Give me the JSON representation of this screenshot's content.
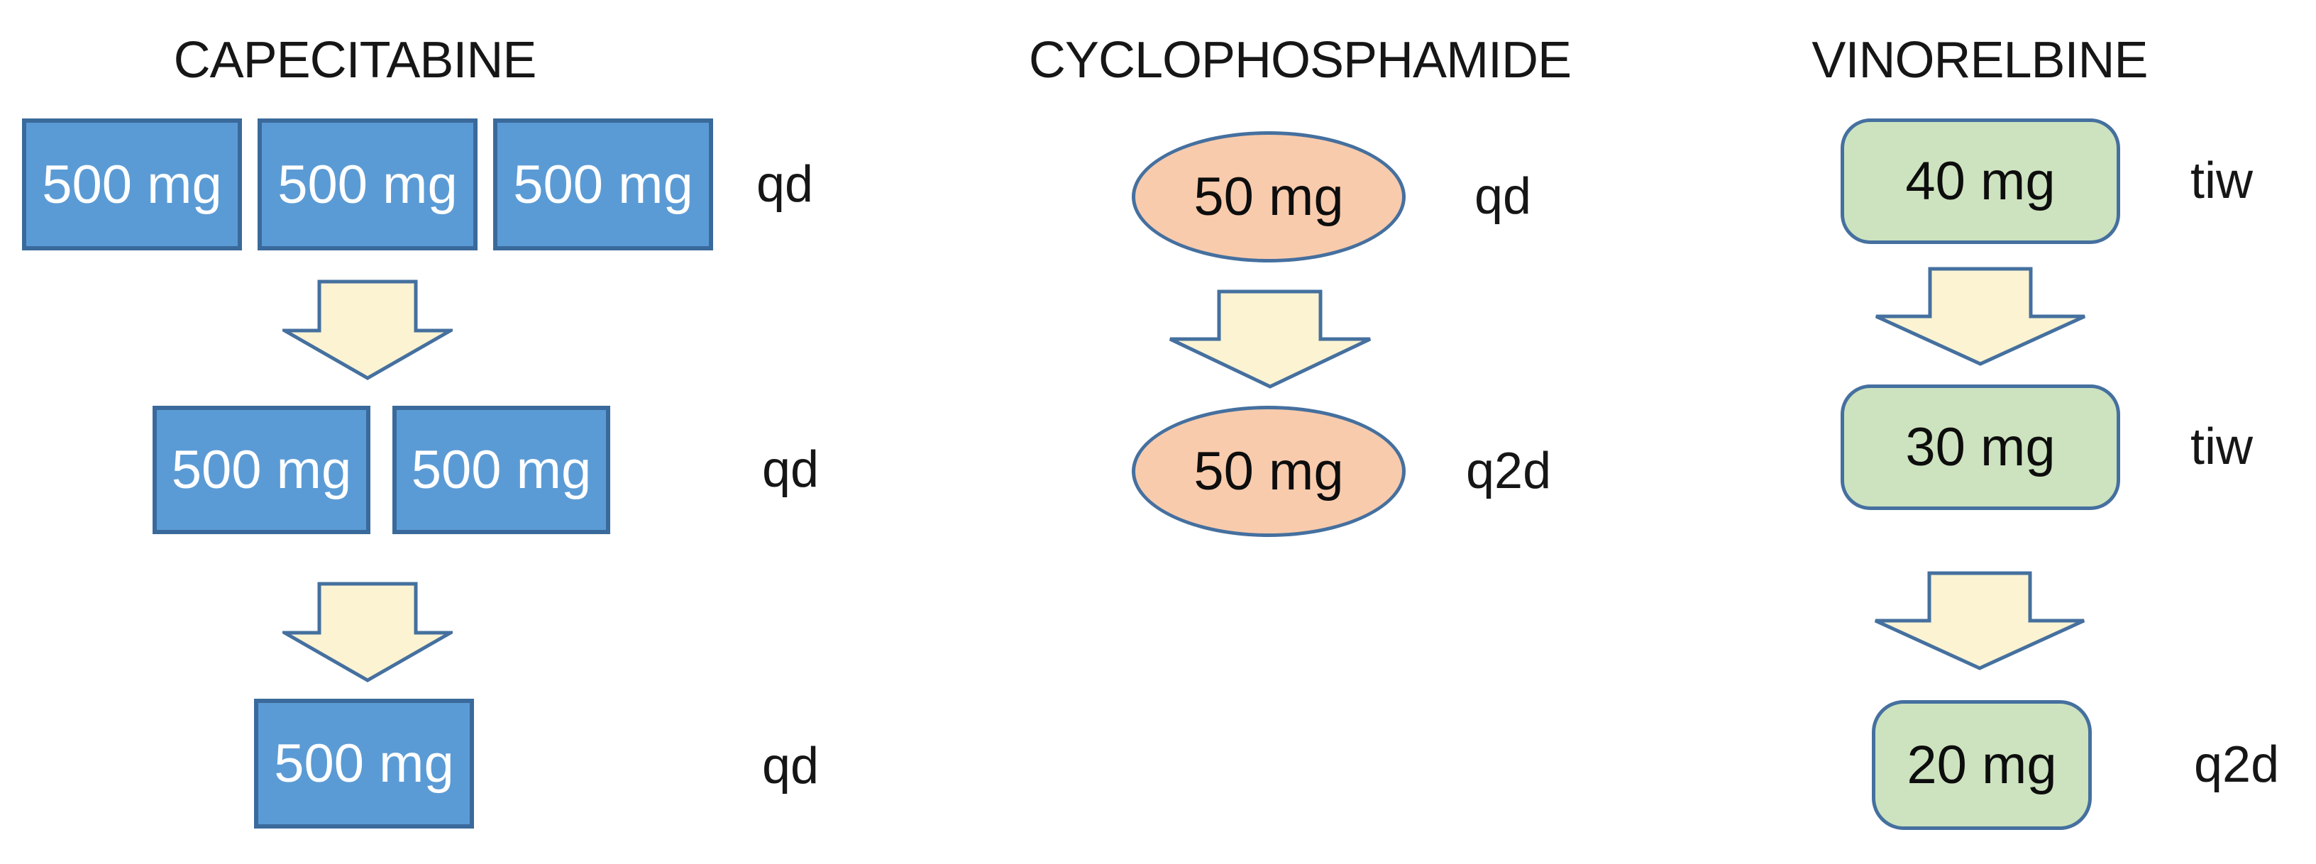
{
  "colors": {
    "capecitabine_box_fill": "#5b9bd5",
    "capecitabine_box_border": "#3a6a9b",
    "cyclophosphamide_ellipse_fill": "#f8cbad",
    "vinorelbine_box_fill": "#cde3bf",
    "arrow_fill": "#fbf3d2",
    "shape_outline": "#45709f",
    "dose_text_on_blue": "#ffffff",
    "text": "#161616"
  },
  "columns": [
    {
      "title": "CAPECITABINE",
      "shape": "square",
      "rows": [
        {
          "doses": [
            "500 mg",
            "500 mg",
            "500 mg"
          ],
          "frequency": "qd"
        },
        {
          "doses": [
            "500 mg",
            "500 mg"
          ],
          "frequency": "qd"
        },
        {
          "doses": [
            "500 mg"
          ],
          "frequency": "qd"
        }
      ]
    },
    {
      "title": "CYCLOPHOSPHAMIDE",
      "shape": "ellipse",
      "rows": [
        {
          "doses": [
            "50 mg"
          ],
          "frequency": "qd"
        },
        {
          "doses": [
            "50 mg"
          ],
          "frequency": "q2d"
        }
      ]
    },
    {
      "title": "VINORELBINE",
      "shape": "rounded",
      "rows": [
        {
          "doses": [
            "40 mg"
          ],
          "frequency": "tiw"
        },
        {
          "doses": [
            "30 mg"
          ],
          "frequency": "tiw"
        },
        {
          "doses": [
            "20 mg"
          ],
          "frequency": "q2d"
        }
      ]
    }
  ]
}
